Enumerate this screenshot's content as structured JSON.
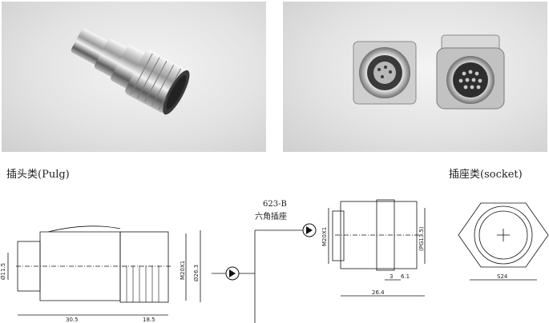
{
  "labels": {
    "plug": "插头类(Pulg)",
    "socket": "插座类(socket)"
  },
  "photos": {
    "left_subject": "plug-connector",
    "right_subject": "socket-connectors"
  },
  "drawing": {
    "part_code": "623-B",
    "part_desc": "六角插座",
    "plug_dims": {
      "dia_small": "Ø11.5",
      "thread": "M20X1",
      "dia_large": "Ø26.3",
      "length_a": "30.5",
      "length_b": "18.5"
    },
    "socket_dims": {
      "thread": "M20X1",
      "pg": "(PG13.5)",
      "d3": "3",
      "d61": "6.1",
      "total": "26.4"
    },
    "hex_dims": {
      "across": "S24"
    }
  },
  "colors": {
    "metal_light": "#e8e8e8",
    "metal_dark": "#6a6a6a",
    "line": "#111111"
  }
}
